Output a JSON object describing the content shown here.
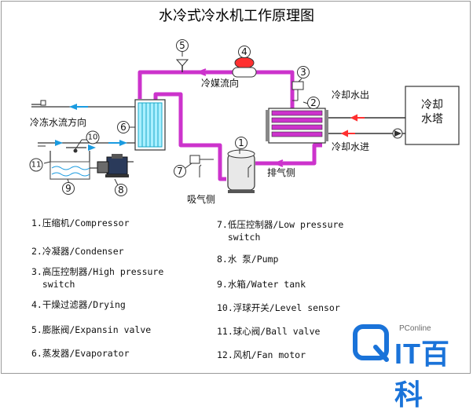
{
  "title": "水冷式冷水机工作原理图",
  "labels": {
    "refrigerant_flow": "冷媒流向",
    "chilled_water_flow": "冷冻水流方向",
    "cooling_water_out": "冷却水出",
    "cooling_water_in": "冷却水进",
    "cooling_tower": "冷却水塔",
    "discharge_side": "排气侧",
    "suction_side": "吸气侧"
  },
  "markers": [
    "1",
    "2",
    "3",
    "4",
    "5",
    "6",
    "7",
    "8",
    "9",
    "10",
    "11"
  ],
  "legend": [
    "1.压缩机/Compressor",
    "2.冷凝器/Condenser",
    "3.高压控制器/High pressure\n  switch",
    "4.干燥过滤器/Drying",
    "5.膨胀阀/Expansin valve",
    "6.蒸发器/Evaporator",
    "7.低压控制器/Low pressure\n  switch",
    "8.水 泵/Pump",
    "9.水箱/Water tank",
    "10.浮球开关/Level sensor",
    "11.球心阀/Ball valve",
    "12.风机/Fan motor"
  ],
  "watermark": {
    "brand": "PConline",
    "text": "IT百科"
  },
  "colors": {
    "refrigerant": "#cc33cc",
    "water_arrow": "#1a9be0",
    "cyan": "#28c8e0",
    "logo": "#1a73d9"
  }
}
